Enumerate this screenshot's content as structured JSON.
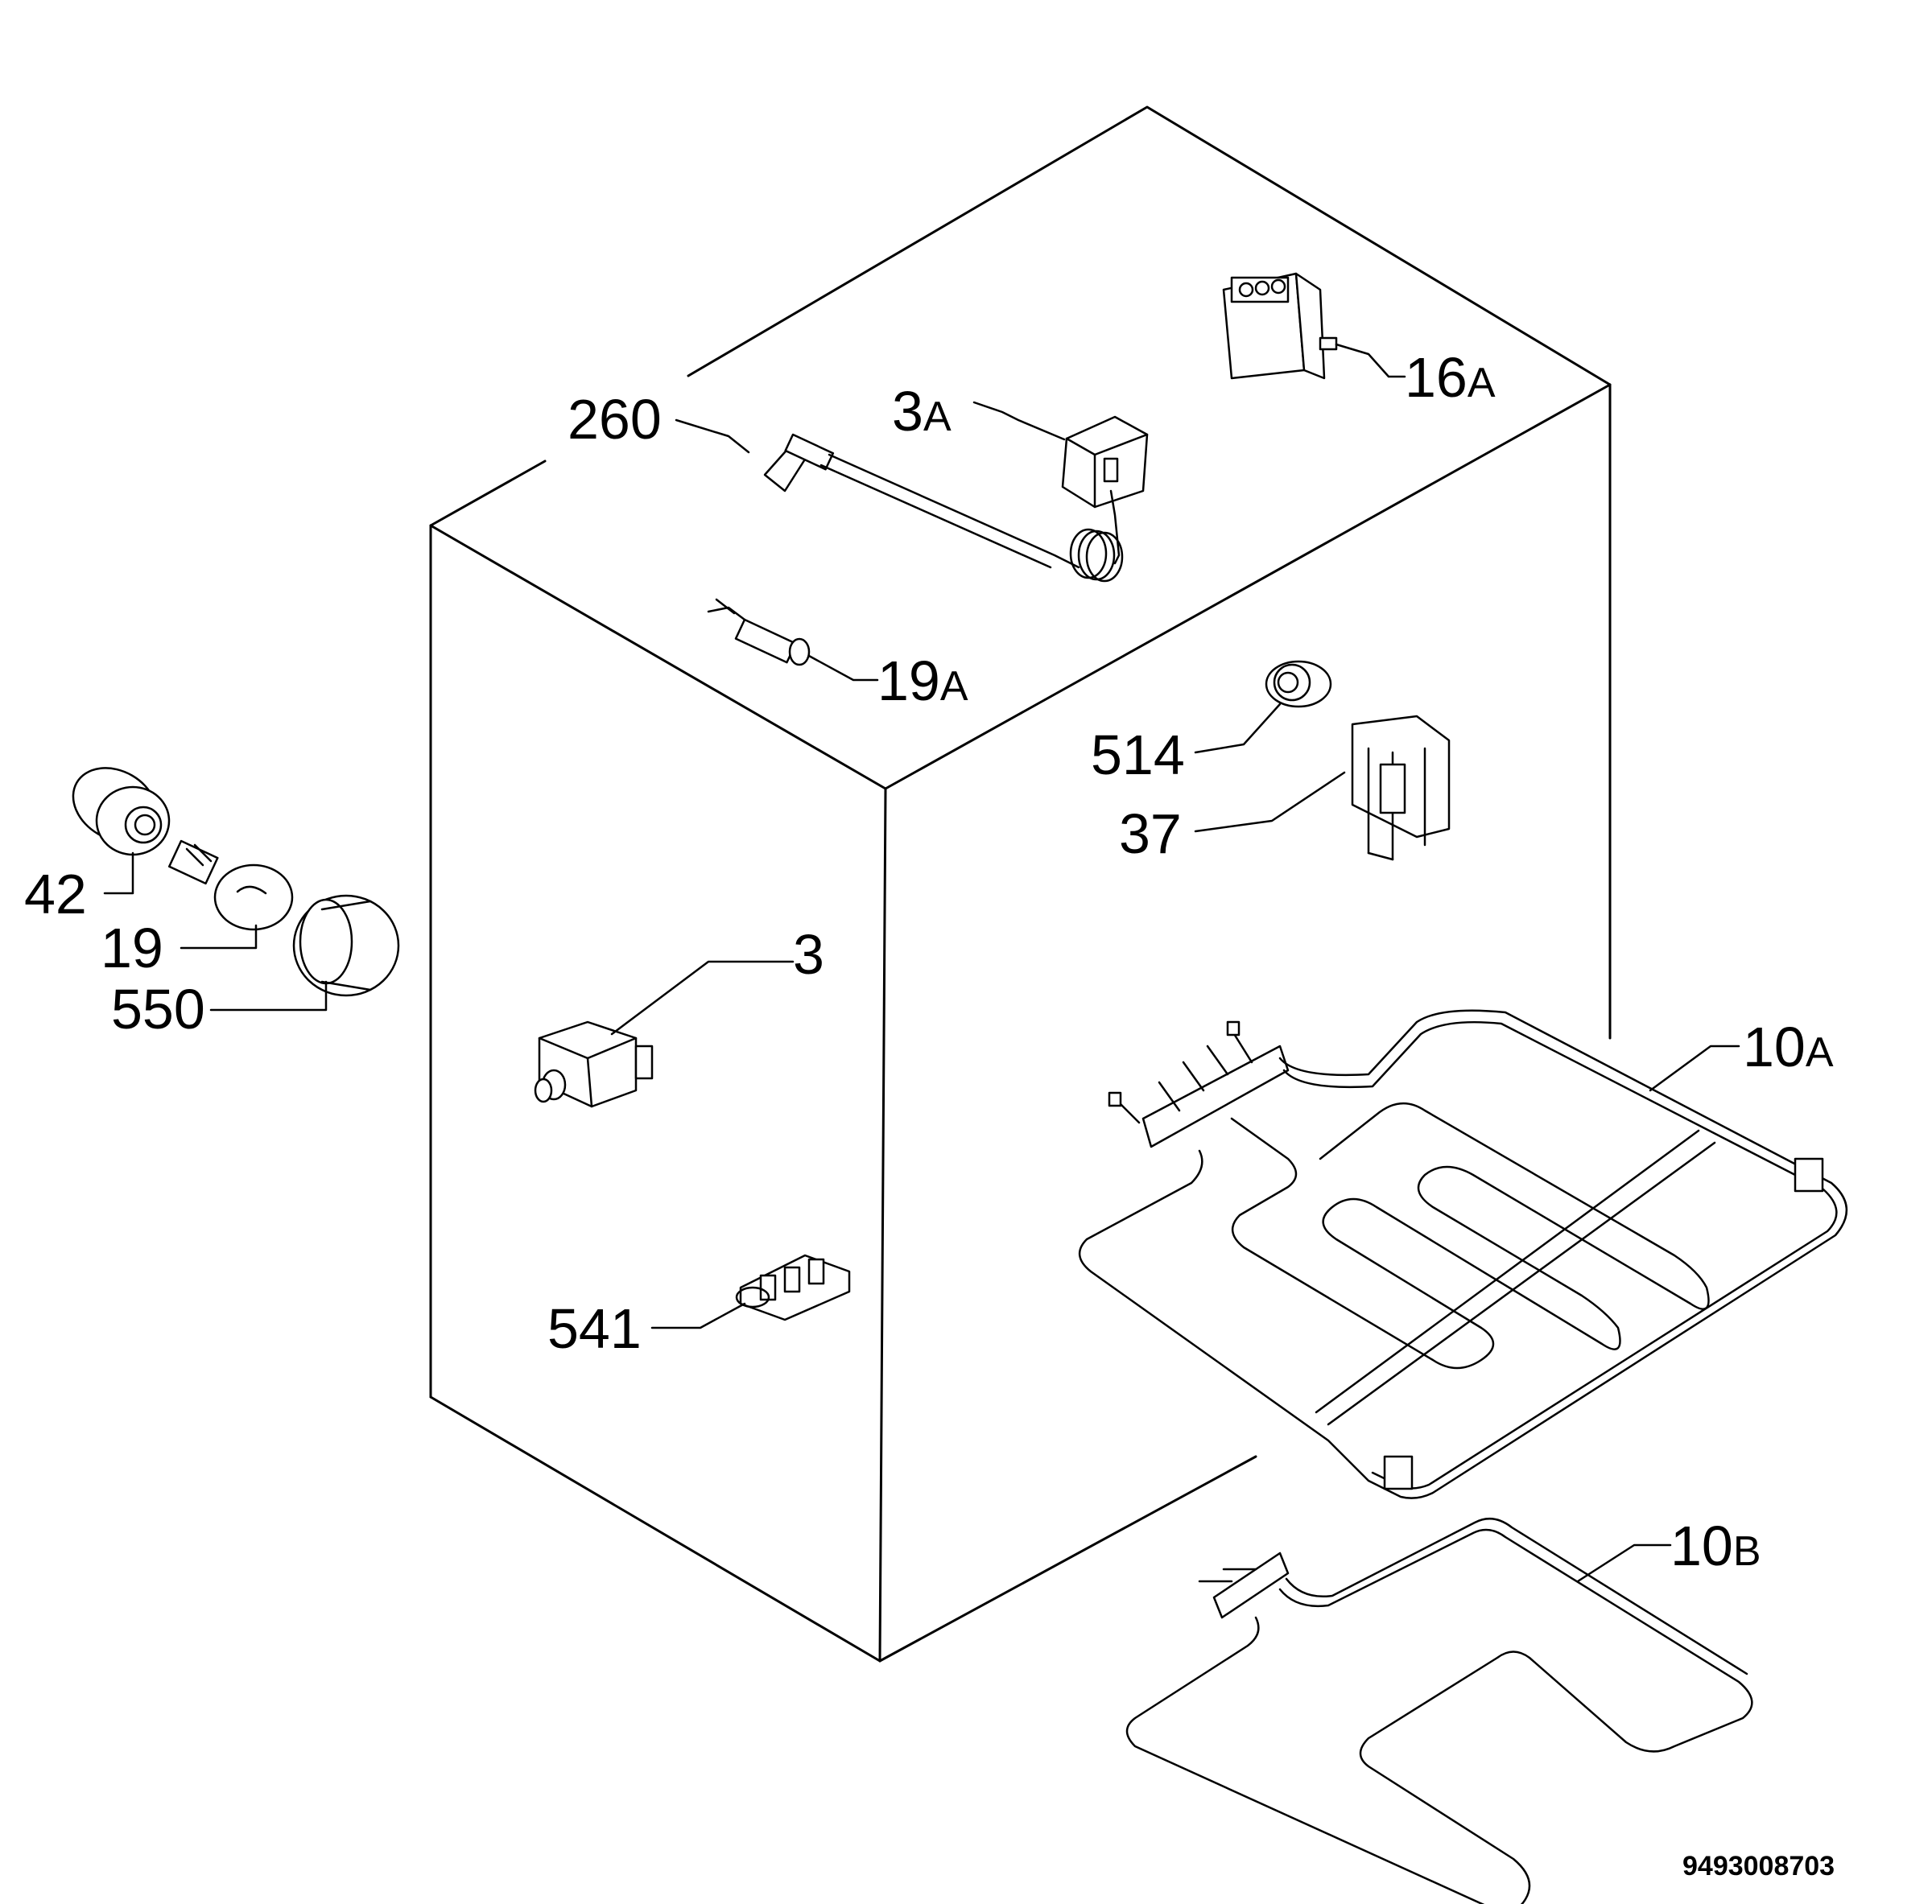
{
  "parts": [
    {
      "id": "260",
      "label": "260"
    },
    {
      "id": "3A",
      "label_main": "3",
      "label_suffix": "A"
    },
    {
      "id": "16A",
      "label_main": "16",
      "label_suffix": "A"
    },
    {
      "id": "19A",
      "label_main": "19",
      "label_suffix": "A"
    },
    {
      "id": "514",
      "label": "514"
    },
    {
      "id": "37",
      "label": "37"
    },
    {
      "id": "42",
      "label": "42"
    },
    {
      "id": "19",
      "label": "19"
    },
    {
      "id": "550",
      "label": "550"
    },
    {
      "id": "3",
      "label": "3"
    },
    {
      "id": "10A",
      "label_main": "10",
      "label_suffix": "A"
    },
    {
      "id": "541",
      "label": "541"
    },
    {
      "id": "10B",
      "label_main": "10",
      "label_suffix": "B"
    }
  ],
  "document_number": "9493008703"
}
